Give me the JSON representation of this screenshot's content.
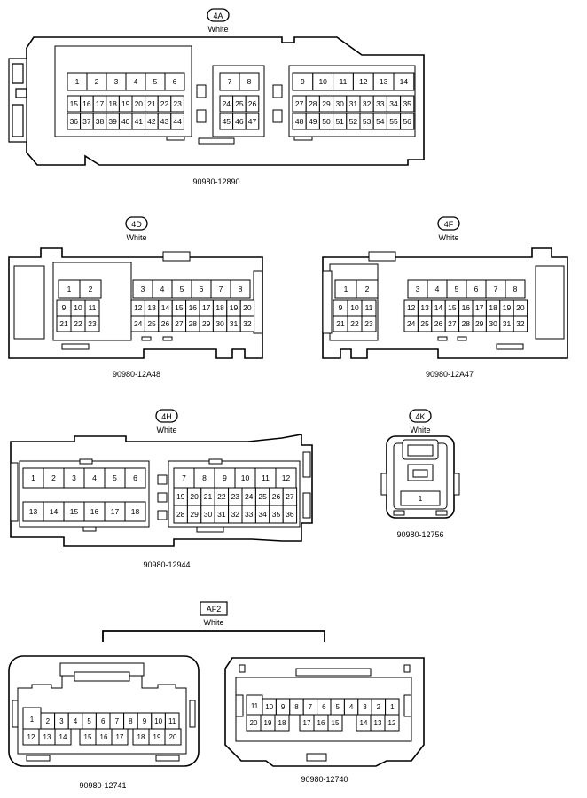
{
  "connectors": [
    {
      "id": "4A",
      "color": "White",
      "part": "90980-12890",
      "rows": [
        [
          "1",
          "2",
          "3",
          "4",
          "5",
          "6",
          "7",
          "8",
          "9",
          "10",
          "11",
          "12",
          "13",
          "14"
        ],
        [
          "15",
          "16",
          "17",
          "18",
          "19",
          "20",
          "21",
          "22",
          "23",
          "24",
          "25",
          "26",
          "27",
          "28",
          "29",
          "30",
          "31",
          "32",
          "33",
          "34",
          "35"
        ],
        [
          "36",
          "37",
          "38",
          "39",
          "40",
          "41",
          "42",
          "43",
          "44",
          "45",
          "46",
          "47",
          "48",
          "49",
          "50",
          "51",
          "52",
          "53",
          "54",
          "55",
          "56"
        ]
      ]
    },
    {
      "id": "4D",
      "color": "White",
      "part": "90980-12A48",
      "rows": [
        [
          "1",
          "2",
          "3",
          "4",
          "5",
          "6",
          "7",
          "8"
        ],
        [
          "9",
          "10",
          "11",
          "12",
          "13",
          "14",
          "15",
          "16",
          "17",
          "18",
          "19",
          "20"
        ],
        [
          "21",
          "22",
          "23",
          "24",
          "25",
          "26",
          "27",
          "28",
          "29",
          "30",
          "31",
          "32"
        ]
      ]
    },
    {
      "id": "4F",
      "color": "White",
      "part": "90980-12A47",
      "rows": [
        [
          "1",
          "2",
          "3",
          "4",
          "5",
          "6",
          "7",
          "8"
        ],
        [
          "9",
          "10",
          "11",
          "12",
          "13",
          "14",
          "15",
          "16",
          "17",
          "18",
          "19",
          "20"
        ],
        [
          "21",
          "22",
          "23",
          "24",
          "25",
          "26",
          "27",
          "28",
          "29",
          "30",
          "31",
          "32"
        ]
      ]
    },
    {
      "id": "4H",
      "color": "White",
      "part": "90980-12944",
      "rows": [
        [
          "1",
          "2",
          "3",
          "4",
          "5",
          "6",
          "7",
          "8",
          "9",
          "10",
          "11",
          "12"
        ],
        [
          "19",
          "20",
          "21",
          "22",
          "23",
          "24",
          "25",
          "26",
          "27"
        ],
        [
          "13",
          "14",
          "15",
          "16",
          "17",
          "18",
          "28",
          "29",
          "30",
          "31",
          "32",
          "33",
          "34",
          "35",
          "36"
        ]
      ]
    },
    {
      "id": "4K",
      "color": "White",
      "part": "90980-12756",
      "rows": [
        [
          "1"
        ]
      ]
    },
    {
      "id": "AF2",
      "color": "White",
      "part": "",
      "subparts": [
        {
          "part": "90980-12741",
          "rows": [
            [
              "1",
              "2",
              "3",
              "4",
              "5",
              "6",
              "7",
              "8",
              "9",
              "10",
              "11"
            ],
            [
              "12",
              "13",
              "14",
              "15",
              "16",
              "17",
              "18",
              "19",
              "20"
            ]
          ]
        },
        {
          "part": "90980-12740",
          "rows": [
            [
              "11",
              "10",
              "9",
              "8",
              "7",
              "6",
              "5",
              "4",
              "3",
              "2",
              "1"
            ],
            [
              "20",
              "19",
              "18",
              "17",
              "16",
              "15",
              "14",
              "13",
              "12"
            ]
          ]
        }
      ]
    }
  ]
}
